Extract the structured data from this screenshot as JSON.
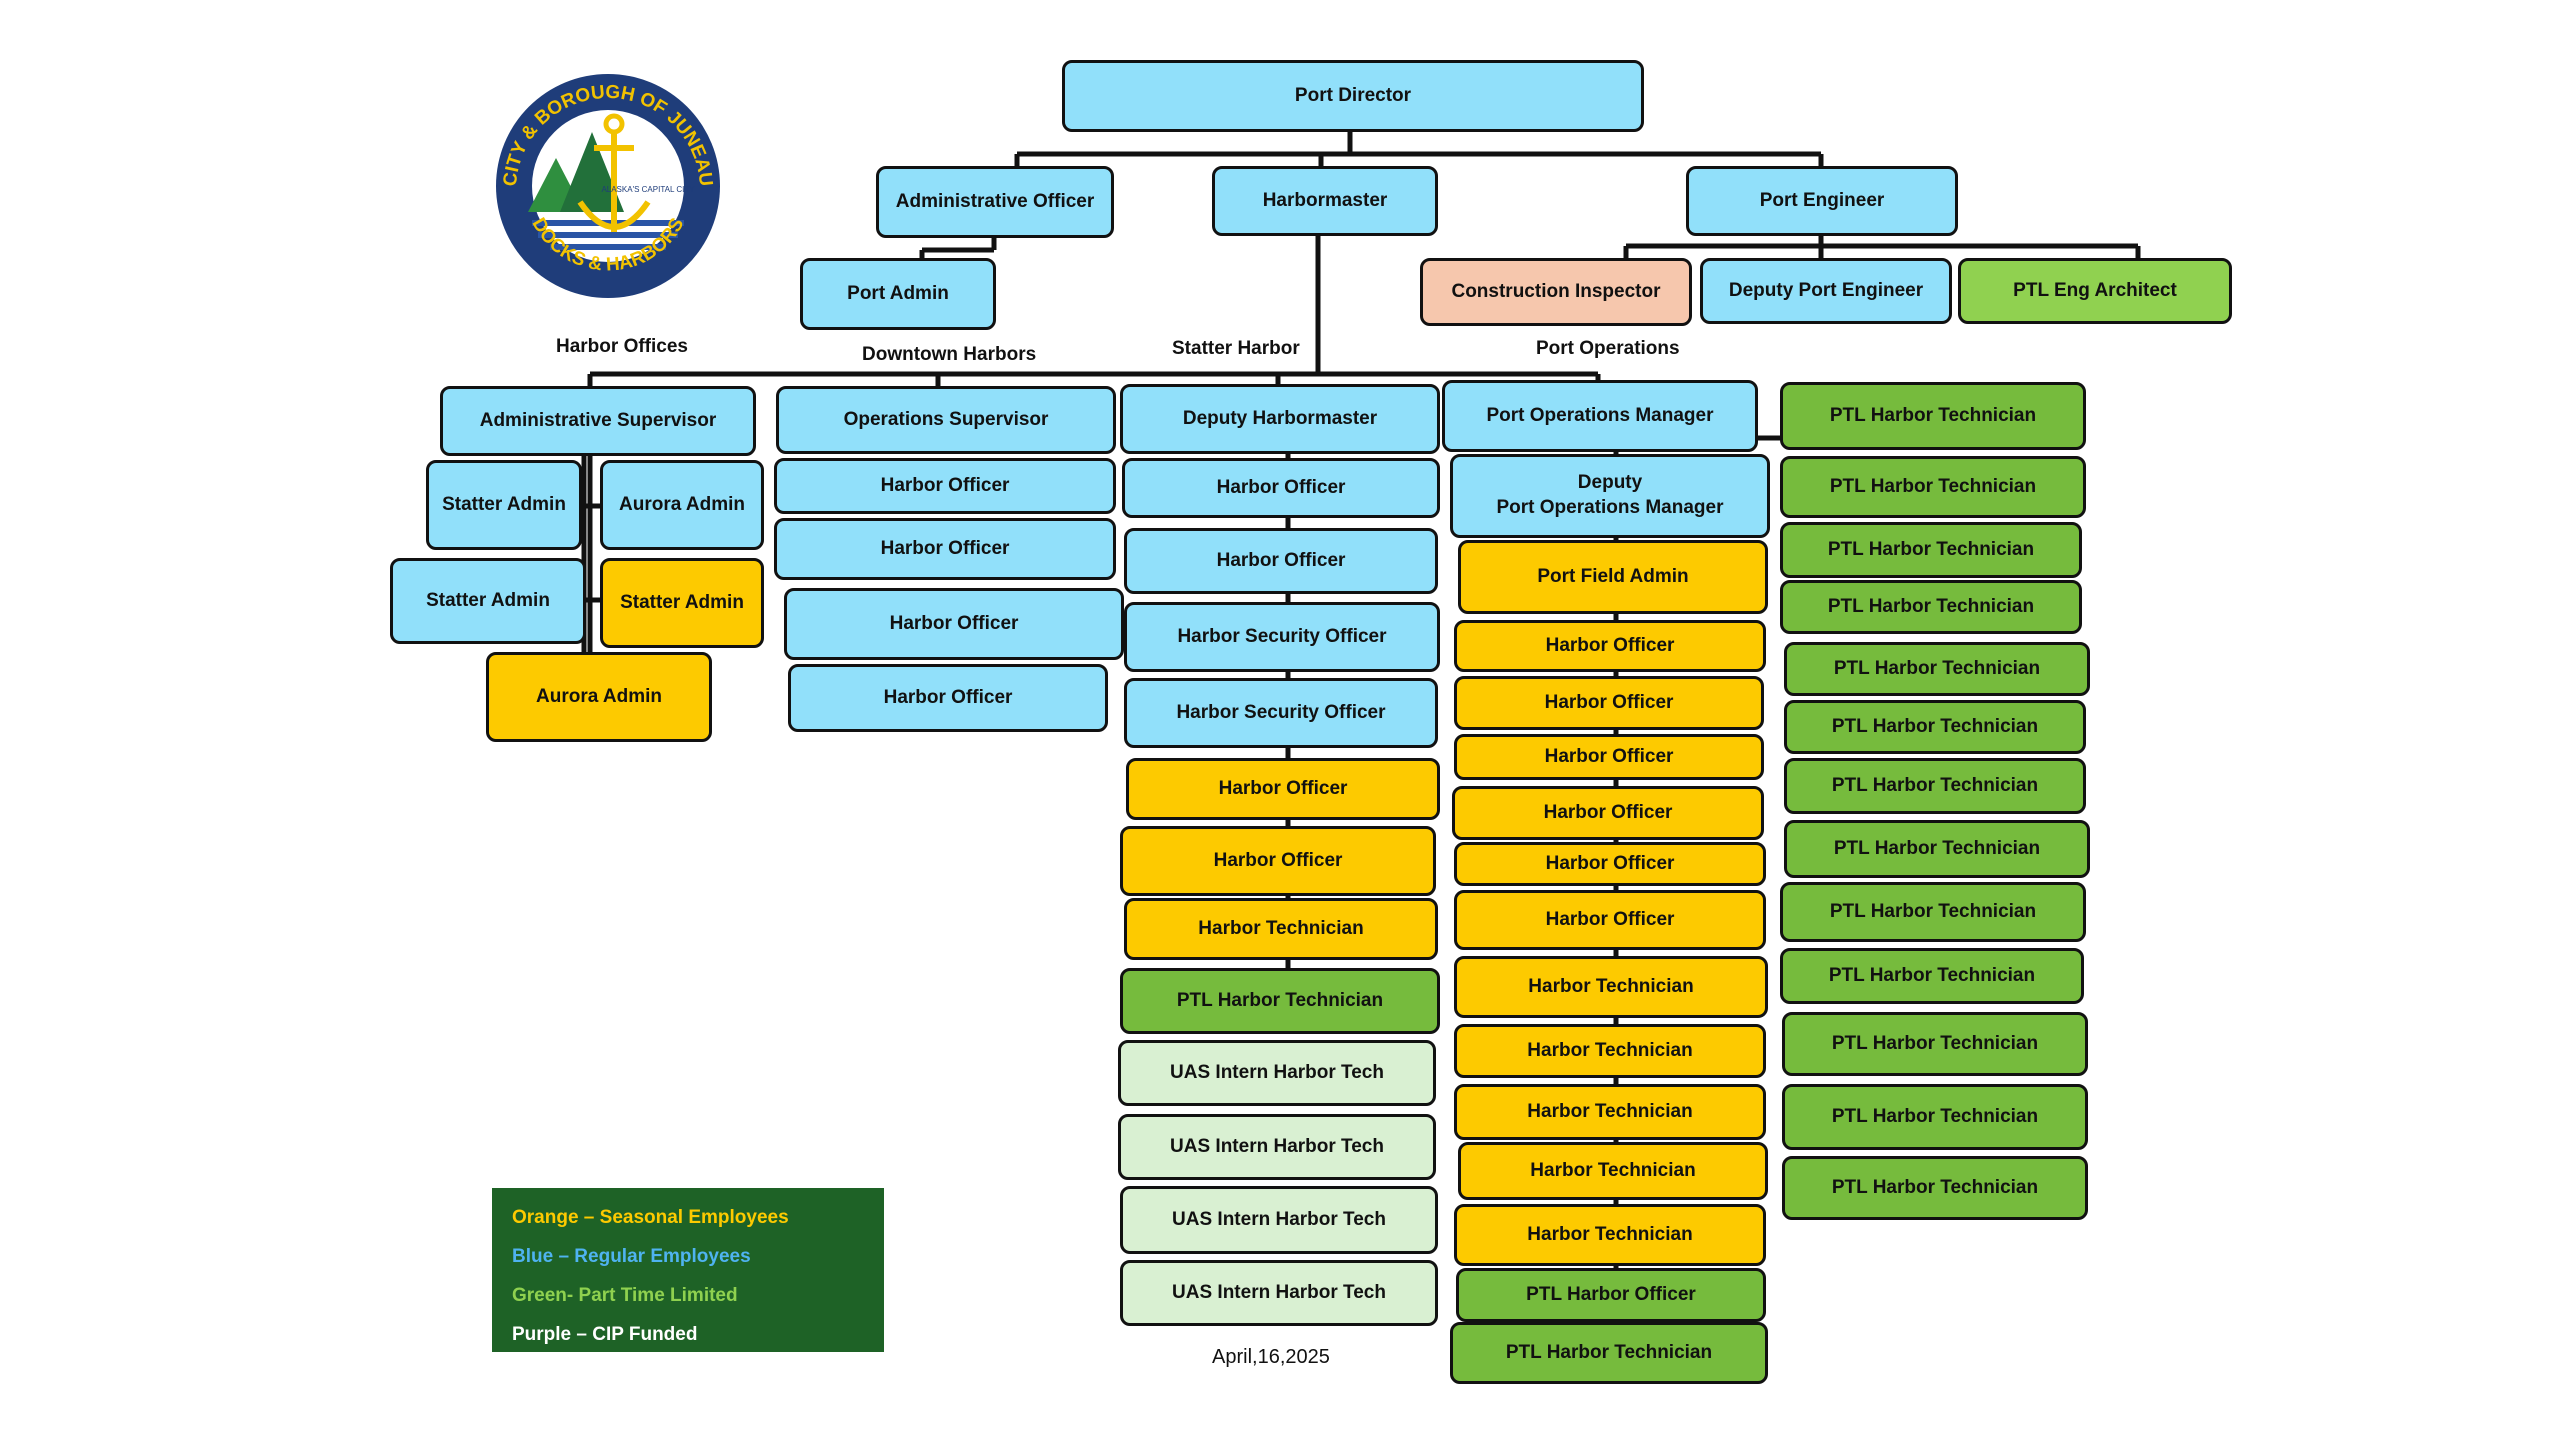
{
  "title": "Port Director",
  "date": "April,16,2025",
  "logo": {
    "arc_top": "CITY & BOROUGH OF JUNEAU",
    "arc_bottom": "DOCKS & HARBORS",
    "inner_text": "ALASKA'S CAPITAL CITY",
    "emblem": "anchor-mountain-icon"
  },
  "colors": {
    "regular": "#91e0fa",
    "seasonal": "#fdca00",
    "part_time": "#76bb3d",
    "intern": "#d9f0d2",
    "inspector": "#f6c7ad",
    "legend_bg": "#1e6226"
  },
  "top": {
    "administrative_officer": "Administrative Officer",
    "harbormaster": "Harbormaster",
    "port_engineer": "Port Engineer",
    "port_admin": "Port Admin"
  },
  "engineering": {
    "construction_inspector": "Construction Inspector",
    "deputy_port_engineer": "Deputy Port Engineer",
    "ptl_eng_architect": "PTL Eng Architect"
  },
  "groups": {
    "harbor_offices": "Harbor Offices",
    "downtown_harbors": "Downtown Harbors",
    "statter_harbor": "Statter Harbor",
    "port_operations": "Port Operations"
  },
  "harbor_offices": {
    "supervisor": "Administrative Supervisor",
    "statter_admin_1": "Statter Admin",
    "aurora_admin_1": "Aurora Admin",
    "statter_admin_2": "Statter Admin",
    "statter_admin_seasonal": "Statter Admin",
    "aurora_admin_seasonal": "Aurora Admin"
  },
  "downtown": {
    "supervisor": "Operations Supervisor",
    "officers": [
      "Harbor Officer",
      "Harbor Officer",
      "Harbor Officer",
      "Harbor Officer"
    ]
  },
  "statter": {
    "deputy": "Deputy Harbormaster",
    "officer_1": "Harbor Officer",
    "officer_2": "Harbor Officer",
    "security_1": "Harbor Security Officer",
    "security_2": "Harbor Security Officer",
    "seasonal_officer_1": "Harbor Officer",
    "seasonal_officer_2": "Harbor Officer",
    "seasonal_technician": "Harbor Technician",
    "ptl_technician": "PTL Harbor Technician",
    "interns": [
      "UAS Intern Harbor Tech",
      "UAS Intern Harbor Tech",
      "UAS Intern Harbor Tech",
      "UAS Intern Harbor Tech"
    ]
  },
  "port_ops": {
    "manager": "Port Operations Manager",
    "deputy_line1": "Deputy",
    "deputy_line2": "Port Operations Manager",
    "field_admin": "Port Field Admin",
    "seasonal_officers": [
      "Harbor Officer",
      "Harbor Officer",
      "Harbor Officer",
      "Harbor Officer",
      "Harbor Officer",
      "Harbor Officer"
    ],
    "seasonal_technicians": [
      "Harbor Technician",
      "Harbor Technician",
      "Harbor Technician",
      "Harbor Technician",
      "Harbor Technician"
    ],
    "ptl_officer": "PTL Harbor Officer",
    "ptl_technician": "PTL Harbor Technician",
    "ptl_column": [
      "PTL Harbor Technician",
      "PTL Harbor Technician",
      "PTL Harbor Technician",
      "PTL Harbor Technician",
      "PTL Harbor Technician",
      "PTL Harbor Technician",
      "PTL Harbor Technician",
      "PTL Harbor Technician",
      "PTL Harbor Technician",
      "PTL Harbor Technician",
      "PTL Harbor Technician",
      "PTL Harbor Technician",
      "PTL Harbor Technician"
    ]
  },
  "legend": {
    "orange": "Orange – Seasonal Employees",
    "blue": "Blue – Regular Employees",
    "green": "Green- Part Time Limited",
    "purple": "Purple – CIP Funded",
    "orange_color": "#fdca00",
    "blue_color": "#4fb3f0",
    "green_color": "#8fd14f",
    "purple_color": "#ffffff"
  }
}
